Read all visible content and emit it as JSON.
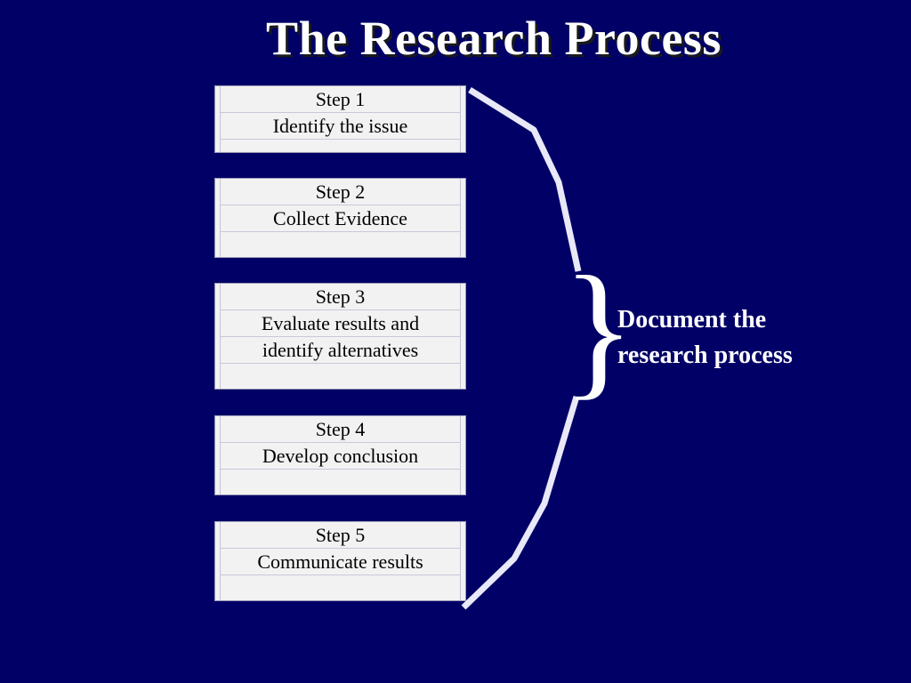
{
  "title": "The Research Process",
  "steps": [
    {
      "label": "Step 1",
      "lines": [
        "Identify the issue"
      ]
    },
    {
      "label": "Step 2",
      "lines": [
        "Collect Evidence"
      ]
    },
    {
      "label": "Step 3",
      "lines": [
        "Evaluate results and",
        "identify alternatives"
      ]
    },
    {
      "label": "Step 4",
      "lines": [
        "Develop conclusion"
      ]
    },
    {
      "label": "Step 5",
      "lines": [
        "Communicate results"
      ]
    }
  ],
  "note": {
    "line1": "Document the",
    "line2": "research process"
  },
  "colors": {
    "background": "#000066",
    "box": "#f2f2f2",
    "connector": "#e8e8f8"
  }
}
